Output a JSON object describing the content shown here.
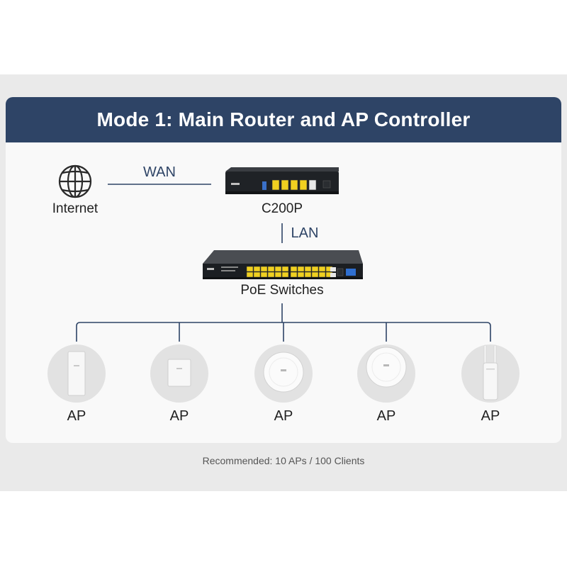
{
  "title": "Mode 1: Main Router and AP Controller",
  "nodes": {
    "internet": "Internet",
    "router": "C200P",
    "switch": "PoE Switches",
    "aps": [
      "AP",
      "AP",
      "AP",
      "AP",
      "AP"
    ]
  },
  "links": {
    "wan": "WAN",
    "lan": "LAN"
  },
  "footer": "Recommended: 10 APs / 100 Clients",
  "colors": {
    "banner": "#2e4466",
    "line": "#2e4466",
    "port_poe": "#f0d020"
  },
  "icons": {
    "internet": "globe-icon",
    "ap_types": [
      "wall-plate-ap-icon",
      "wall-plate-ap-icon",
      "ceiling-ap-icon",
      "ceiling-ap-icon",
      "outdoor-ap-icon"
    ]
  }
}
